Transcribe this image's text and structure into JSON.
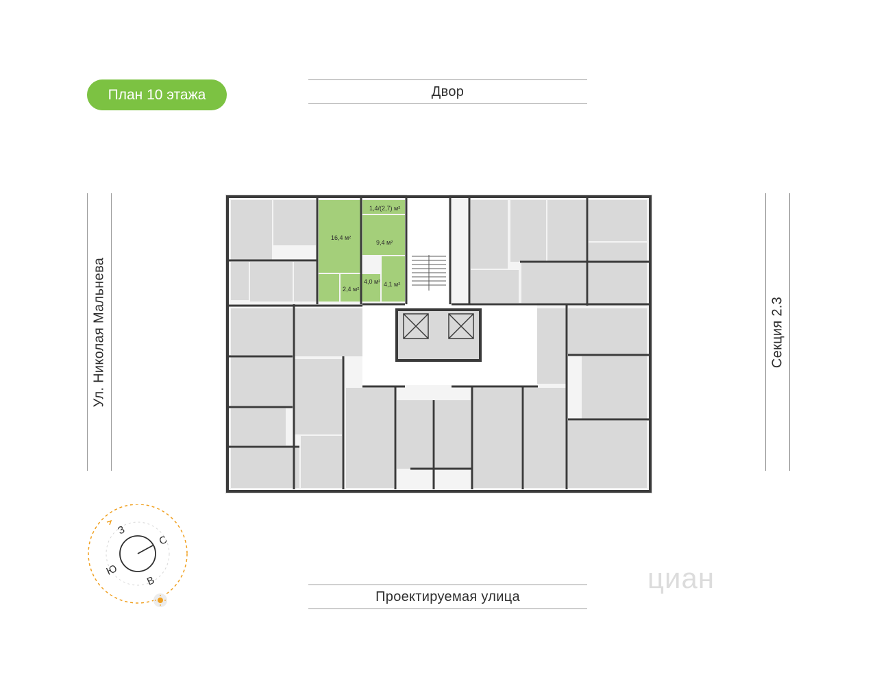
{
  "floor_badge": "План 10 этажа",
  "labels": {
    "top": "Двор",
    "bottom": "Проектируемая улица",
    "left": "Ул. Николая Мальнева",
    "right": "Секция 2.3"
  },
  "highlighted_unit": {
    "color": "#a4cf7a",
    "areas": {
      "balcony": "1,4/(2,7) м²",
      "room": "16,4 м²",
      "kitchen": "9,4 м²",
      "hall": "4,0 м²",
      "bath": "4,1 м²",
      "wc": "2,4 м²"
    }
  },
  "compass": {
    "north": "С",
    "south": "Ю",
    "west": "З",
    "east": "В",
    "accent_color": "#f0a020"
  },
  "watermark": "циан",
  "colors": {
    "badge": "#7cc242",
    "room_fill": "#d9d9d9",
    "wall": "#3a3a3a",
    "corridor": "#f2f2f2"
  }
}
